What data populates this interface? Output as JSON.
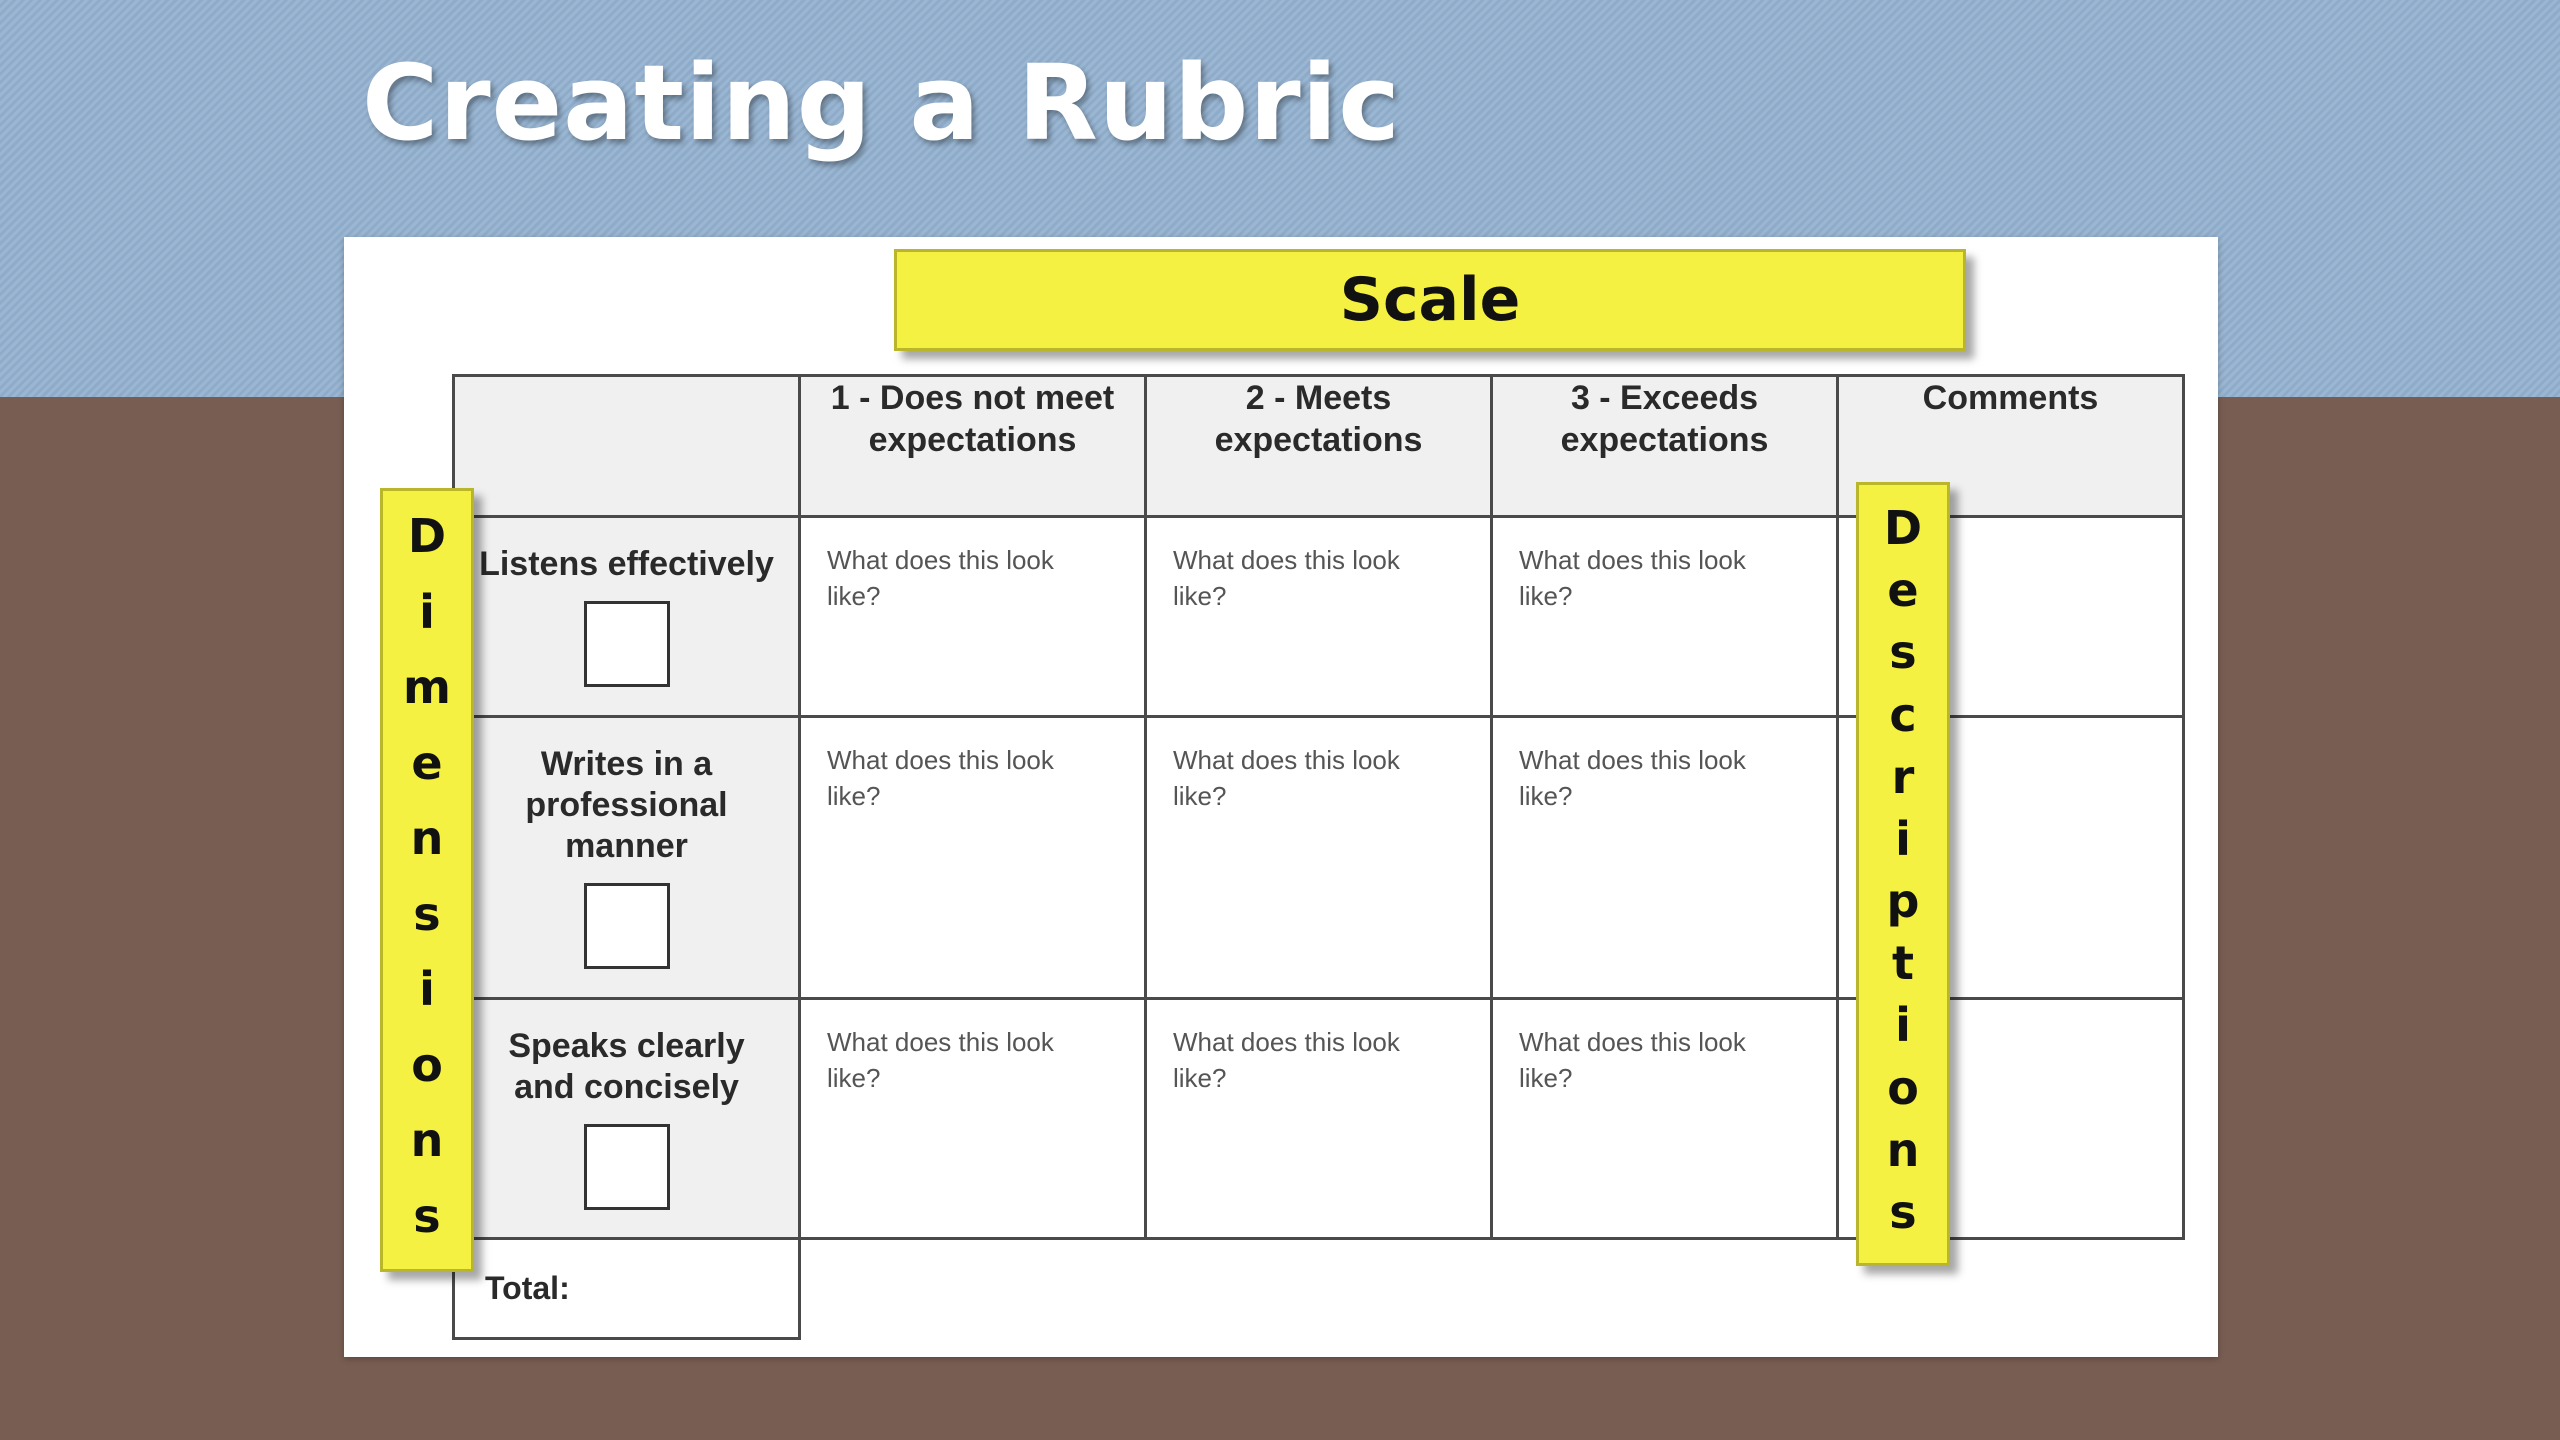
{
  "slide": {
    "title": "Creating a Rubric"
  },
  "rubric": {
    "scale_label": "Scale",
    "dimensions_label": "Dimensions",
    "descriptions_label": "Descriptions",
    "columns": [
      "1 - Does not meet\nexpectations",
      "2 - Meets\nexpectations",
      "3 - Exceeds\nexpectations",
      "Comments"
    ],
    "rows": [
      {
        "dimension": "Listens effectively",
        "cells": [
          "What does this look like?",
          "What does this look like?",
          "What does this look like?"
        ]
      },
      {
        "dimension": "Writes in a\nprofessional\nmanner",
        "cells": [
          "What does this look like?",
          "What does this look like?",
          "What does this look like?"
        ]
      },
      {
        "dimension": "Speaks clearly\nand concisely",
        "cells": [
          "What does this look like?",
          "What does this look like?",
          "What does this look like?"
        ]
      }
    ],
    "total_label": "Total:"
  },
  "colors": {
    "highlight_yellow": "#f4f142",
    "top_band": "#93b1cf",
    "background_brown": "#785e52"
  }
}
